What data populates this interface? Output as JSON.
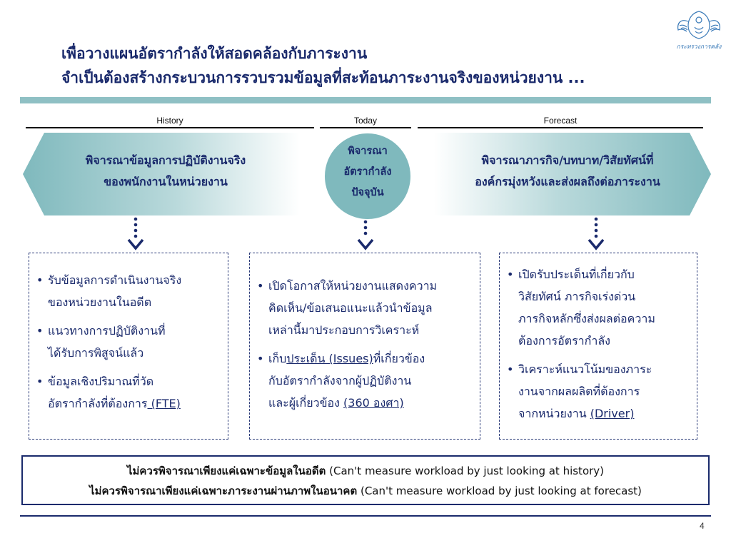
{
  "title": {
    "line1": "เพื่อวางแผนอัตรากำลังให้สอดคล้องกับภาระงาน",
    "line2": "จำเป็นต้องสร้างกระบวนการรวบรวมข้อมูลที่สะท้อนภาระงานจริงของหน่วยงาน ..."
  },
  "logo": {
    "text": "กระทรวงการคลัง",
    "icon": "garuda-emblem"
  },
  "phases": {
    "history": "History",
    "today": "Today",
    "forecast": "Forecast"
  },
  "banners": {
    "history": {
      "line1": "พิจารณาข้อมูลการปฏิบัติงานจริง",
      "line2": "ของพนักงานในหน่วยงาน"
    },
    "today": {
      "line1": "พิจารณา",
      "line2": "อัตรากำลัง",
      "line3": "ปัจจุบัน"
    },
    "forecast": {
      "line1": "พิจารณาภารกิจ/บทบาท/วิสัยทัศน์ที่",
      "line2": "องค์กรมุ่งหวังและส่งผลถึงต่อภาระงาน"
    }
  },
  "history_box": {
    "b1_l1": "รับข้อมูลการดำเนินงานจริง",
    "b1_l2": "ของหน่วยงานในอดีต",
    "b2_l1": "แนวทางการปฏิบัติงานที่",
    "b2_l2": "ได้รับการพิสูจน์แล้ว",
    "b3_l1": "ข้อมูลเชิงปริมาณที่วัด",
    "b3_l2_pre": "อัตรากำลังที่ต้องการ",
    "b3_l2_link": " (FTE)"
  },
  "today_box": {
    "b1_l1": "เปิดโอกาสให้หน่วยงานแสดงความ",
    "b1_l2": "คิดเห็น/ข้อเสนอแนะแล้วนำข้อมูล",
    "b1_l3": "เหล่านี้มาประกอบการวิเคราะห์",
    "b2_l1_pre": "เก็บ",
    "b2_l1_link": "ประเด็น (Issues)",
    "b2_l1_post": "ที่เกี่ยวข้อง",
    "b2_l2": "กับอัตรากำลังจากผู้ปฏิบัติงาน",
    "b2_l3_pre": "และผู้เกี่ยวข้อง ",
    "b2_l3_link": "(360 องศา)"
  },
  "forecast_box": {
    "b1_l1": "เปิดรับประเด็นที่เกี่ยวกับ",
    "b1_l2": "วิสัยทัศน์ ภารกิจเร่งด่วน",
    "b1_l3": "ภารกิจหลักซึ่งส่งผลต่อความ",
    "b1_l4": "ต้องการอัตรากำลัง",
    "b2_l1": "วิเคราะห์แนวโน้มของภาระ",
    "b2_l2": "งานจากผลผลิตที่ต้องการ",
    "b2_l3_pre": "จากหน่วยงาน ",
    "b2_l3_link": "(Driver)"
  },
  "note": {
    "line1_th": "ไม่ควรพิจารณาเพียงแค่เฉพาะข้อมูลในอดีต",
    "line1_en": " (Can't measure workload by just looking at history)",
    "line2_th": "ไม่ควรพิจารณาเพียงแค่เฉพาะภาระงานผ่านภาพในอนาคต",
    "line2_en": " (Can't measure workload by just looking at forecast)"
  },
  "page_number": "4",
  "colors": {
    "navy": "#1a2a6c",
    "teal": "#7fb9bd",
    "teal_light": "#8fc0c4"
  }
}
